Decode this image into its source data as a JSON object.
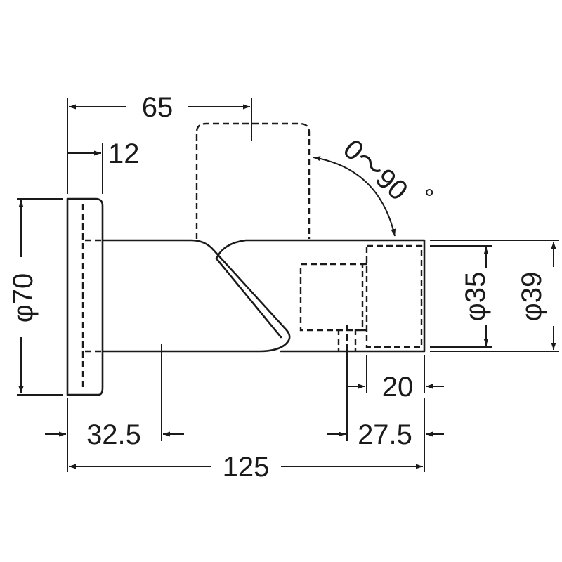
{
  "dimensions": {
    "width_65": "65",
    "flange_12": "12",
    "angle_range": "0～90",
    "degree_mark": "°",
    "dia_70": "φ70",
    "dia_35": "φ35",
    "dia_39": "φ39",
    "offset_32_5": "32.5",
    "len_20": "20",
    "len_27_5": "27.5",
    "total_125": "125"
  }
}
